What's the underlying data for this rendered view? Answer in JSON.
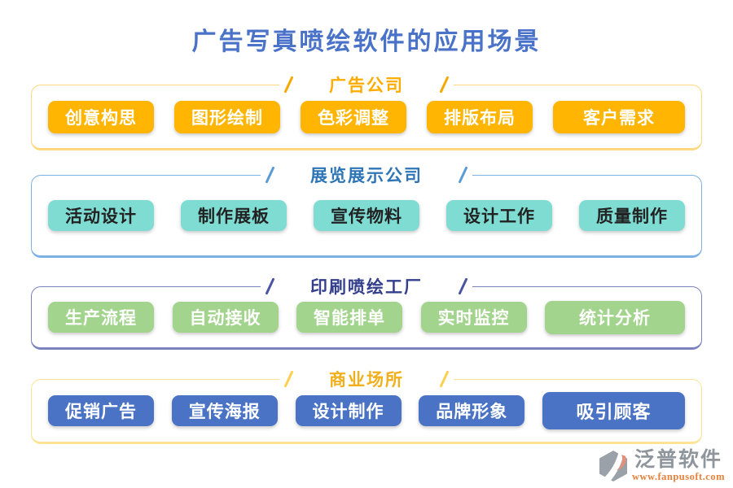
{
  "page": {
    "title": "广告写真喷绘软件的应用场景",
    "title_color": "#4A72C8"
  },
  "sections": [
    {
      "id": "ad-company",
      "header": "广告公司",
      "theme": {
        "header_color": "#FFAB00",
        "line_color": "#F7A800",
        "box_border": "#FFD87E",
        "button_bg": "#FFB501",
        "button_text": "#FFFFFF"
      },
      "items": [
        "创意构思",
        "图形绘制",
        "色彩调整",
        "排版布局",
        "客户需求"
      ]
    },
    {
      "id": "exhibition-company",
      "header": "展览展示公司",
      "theme": {
        "header_color": "#2E75B6",
        "line_color": "#5B9BD5",
        "box_border": "#7EB1E3",
        "button_bg": "#7EDCD3",
        "button_text": "#222222"
      },
      "items": [
        "活动设计",
        "制作展板",
        "宣传物料",
        "设计工作",
        "质量制作"
      ]
    },
    {
      "id": "printing-factory",
      "header": "印刷喷绘工厂",
      "theme": {
        "header_color": "#333E8C",
        "line_color": "#4A55A2",
        "box_border": "#7B83BC",
        "button_bg": "#A3D48D",
        "button_text": "#FFFFFF"
      },
      "items": [
        "生产流程",
        "自动接收",
        "智能排单",
        "实时监控",
        "统计分析"
      ]
    },
    {
      "id": "commercial-venue",
      "header": "商业场所",
      "theme": {
        "header_color": "#F2AF1C",
        "line_color": "#FFCF4D",
        "box_border": "#FFE395",
        "button_bg": "#4A73C5",
        "button_text": "#FFFFFF"
      },
      "items": [
        "促销广告",
        "宣传海报",
        "设计制作",
        "品牌形象",
        "吸引顾客"
      ]
    }
  ],
  "footer": {
    "brand": "泛普软件",
    "website": "www.fanpusoft.com",
    "brand_color": "#8F959C",
    "website_color": "#E8813C",
    "logo_icon": "fanpu-hexagon-logo",
    "logo_gray": "#9AA1A9",
    "logo_accent": "#E2907A"
  }
}
